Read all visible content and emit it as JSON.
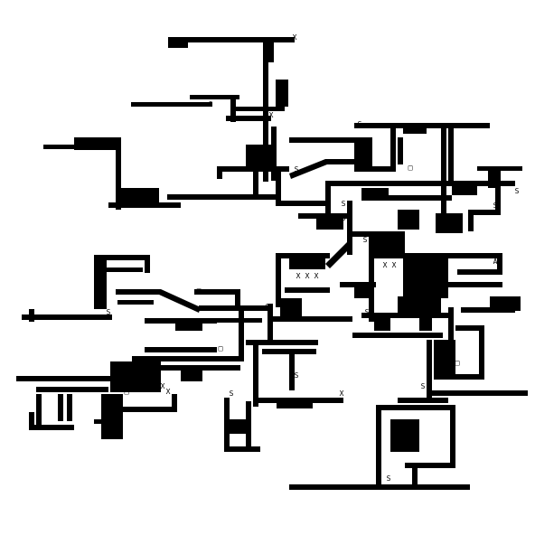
{
  "map": {
    "title": "",
    "background_color": "#ffffff",
    "wall_color": "#000000",
    "marker_symbols": [
      "S",
      "X",
      "□",
      "A"
    ]
  }
}
